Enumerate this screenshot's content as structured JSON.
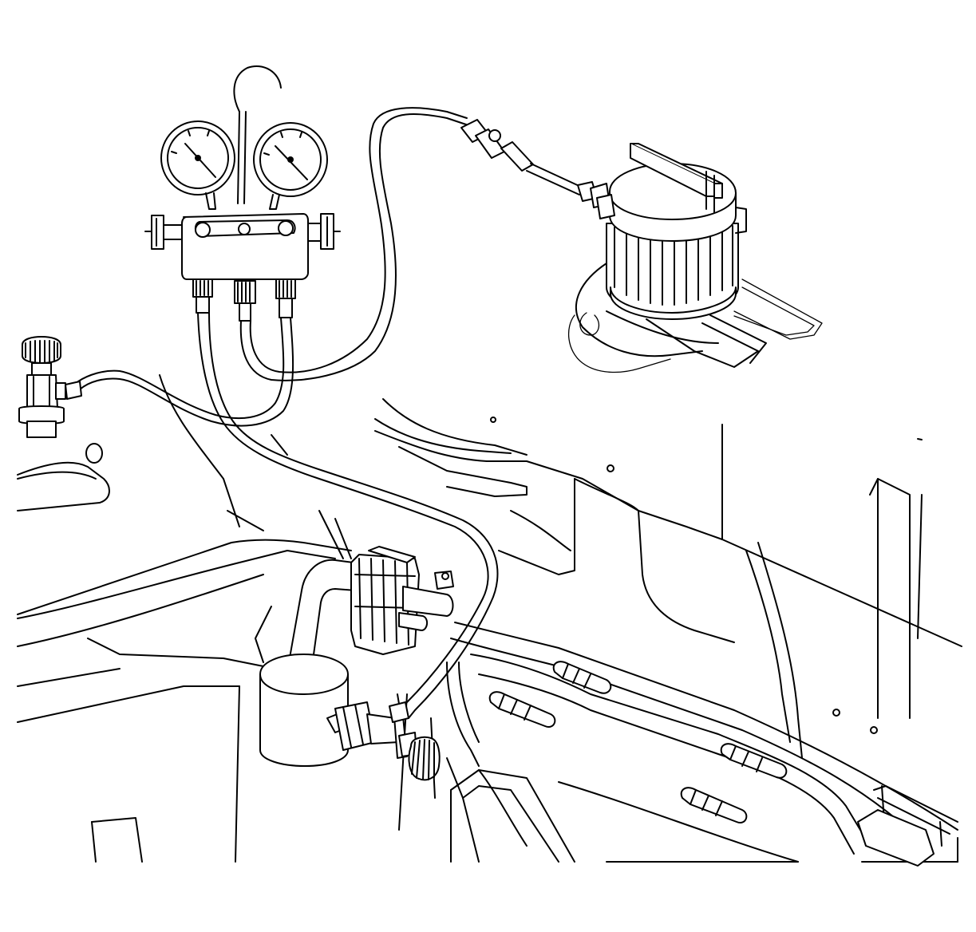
{
  "figure": {
    "background_color": "#ffffff",
    "line_color": "#000000",
    "components": [
      {
        "id": "manifold-gauge-set",
        "icon": "gauge-manifold-icon"
      },
      {
        "id": "low-side-gauge",
        "icon": "pressure-gauge-icon"
      },
      {
        "id": "high-side-gauge",
        "icon": "pressure-gauge-icon"
      },
      {
        "id": "vacuum-pump",
        "icon": "vacuum-pump-icon"
      },
      {
        "id": "refrigerant-tank-valve",
        "icon": "tank-valve-icon"
      },
      {
        "id": "service-port-coupler",
        "icon": "service-coupler-icon"
      },
      {
        "id": "accumulator",
        "icon": "accumulator-icon"
      },
      {
        "id": "ac-lines",
        "icon": "hose-icon"
      },
      {
        "id": "engine-compartment",
        "icon": "vehicle-body-icon"
      }
    ]
  }
}
